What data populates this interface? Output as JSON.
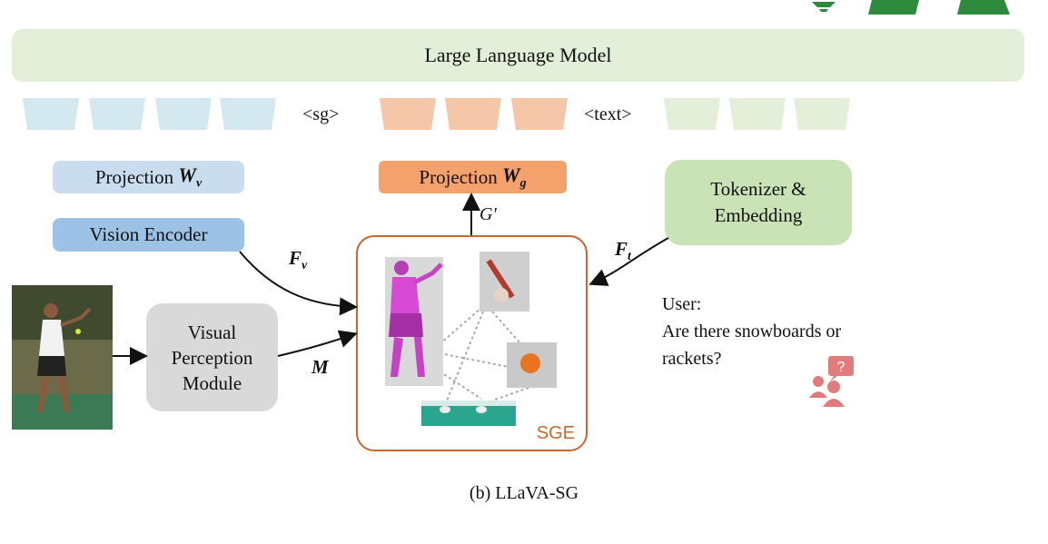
{
  "llm": {
    "label": "Large Language Model"
  },
  "tokens": {
    "sg_label": "<sg>",
    "text_label": "<text>"
  },
  "projection_v": {
    "text": "Projection ",
    "symbol": "W",
    "sub": "v"
  },
  "vision_encoder": {
    "label": "Vision Encoder"
  },
  "projection_g": {
    "text": "Projection ",
    "symbol": "W",
    "sub": "g"
  },
  "tokenizer": {
    "line1": "Tokenizer &",
    "line2": "Embedding"
  },
  "vpm": {
    "line1": "Visual",
    "line2": "Perception",
    "line3": "Module"
  },
  "sge": {
    "label": "SGE"
  },
  "edge_labels": {
    "fv": {
      "symbol": "F",
      "sub": "v"
    },
    "ft": {
      "symbol": "F",
      "sub": "t"
    },
    "m": "M",
    "gprime": "G'"
  },
  "user": {
    "label": "User:",
    "question": "Are there snowboards or rackets?"
  },
  "caption": "(b) LLaVA-SG",
  "icons": [
    "tennis-player-photo",
    "user-question-icon",
    "tennis-racket-crop",
    "tennis-ball-crop",
    "court-crop"
  ],
  "colors": {
    "vision_token": "#d3e8ef",
    "sg_token": "#f5c6a7",
    "text_token": "#e3efd9",
    "sge_border": "#c6682e",
    "user_icon": "#e07c7c",
    "top_icon": "#2e8b3e"
  }
}
